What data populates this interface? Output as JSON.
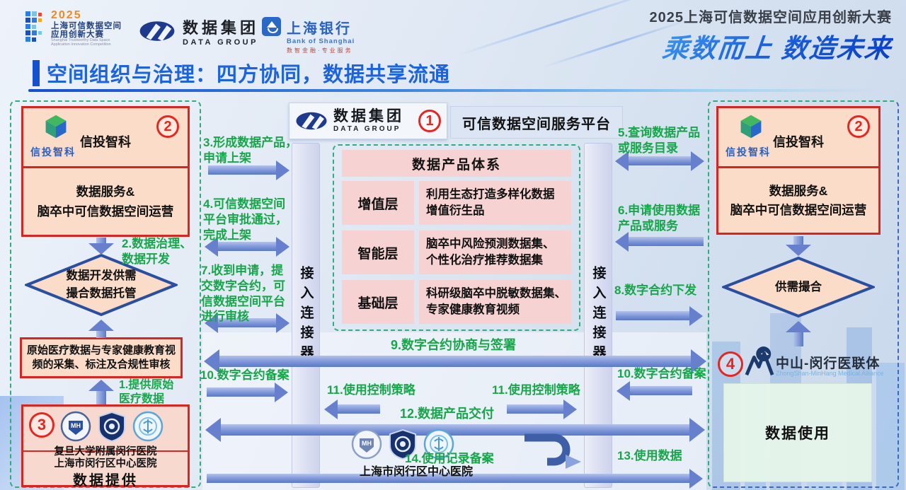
{
  "header": {
    "competition_logo": {
      "year": "2025",
      "title_line1": "上海可信数据空间",
      "title_line2": "应用创新大赛",
      "en_line1": "Shanghai Trustworthy Data Space",
      "en_line2": "Application Innovation Competition"
    },
    "datagroup_logo": {
      "cn": "数据集团",
      "en": "DATA GROUP"
    },
    "bank_logo": {
      "cn": "上海银行",
      "en": "Bank of Shanghai",
      "slogan": "数智金融·专业服务"
    },
    "event_title": "2025上海可信数据空间应用创新大赛",
    "event_slogan": "乘数而上 数造未来"
  },
  "page_title": "空间组织与治理：四方协同，数据共享流通",
  "platform": {
    "logo_cn": "数据集团",
    "logo_en": "DATA GROUP",
    "badge": "1",
    "name": "可信数据空间服务平台"
  },
  "product_system": {
    "title": "数据产品体系",
    "rows": [
      {
        "layer": "增值层",
        "desc": "利用生态打造多样化数据\n增值衍生品"
      },
      {
        "layer": "智能层",
        "desc": "脑卒中风险预测数据集、\n个性化治疗推荐数据集"
      },
      {
        "layer": "基础层",
        "desc": "科研级脑卒中脱敏数据集、\n专家健康教育视频"
      }
    ]
  },
  "connector_left": "接入连接器",
  "connector_right": "接入连接器",
  "supplier_org": {
    "badge": "2",
    "logo_caption": "信投智科",
    "name": "信投智科",
    "role": "数据服务&\n脑卒中可信数据空间运营"
  },
  "consumer_org": {
    "badge": "2",
    "logo_caption": "信投智科",
    "name": "信投智科",
    "role": "数据服务&\n脑卒中可信数据空间运营"
  },
  "diamond_left": "数据开发供需\n撮合数据托管",
  "diamond_right": "供需撮合",
  "raw_data_box": "原始医疗数据与专家健康教育视\n频的采集、标注及合规性审核",
  "provider": {
    "badge": "3",
    "hospital1": "复旦大学附属闵行医院",
    "hospital2": "上海市闵行区中心医院",
    "role": "数据提供"
  },
  "alliance": {
    "badge": "4",
    "name": "中山-闵行医联体",
    "en": "ZhongShan-MinHang Medical Alliance",
    "role": "数据使用"
  },
  "bottom_hospital": "上海市闵行区中心医院",
  "steps": {
    "s1": "1.提供原始\n医疗数据",
    "s2": "2.数据治理、\n数据开发",
    "s3": "3.形成数据产品，\n申请上架",
    "s4": "4.可信数据空间\n平台审批通过，\n完成上架",
    "s5": "5.查询数据产品\n或服务目录",
    "s6": "6.申请使用数据\n产品或服务",
    "s7": "7.收到申请，提\n交数字合约，可\n信数据空间平台\n进行审核",
    "s8": "8.数字合约下发",
    "s9": "9.数字合约协商与签署",
    "s10_left": "10.数字合约备案",
    "s10_right": "10.数字合约备案",
    "s11_left": "11.使用控制策略",
    "s11_right": "11.使用控制策略",
    "s12": "12.数据产品交付",
    "s13": "13.使用数据",
    "s14": "14.使用记录备案"
  },
  "colors": {
    "title_blue": "#1b63df",
    "step_green": "#17a64a",
    "border_red": "#d8251f",
    "peach": "#fbdcc8",
    "pink": "#f7d2d2",
    "arrow_blue": "#6680cd",
    "dash_green": "#2fae7d"
  }
}
